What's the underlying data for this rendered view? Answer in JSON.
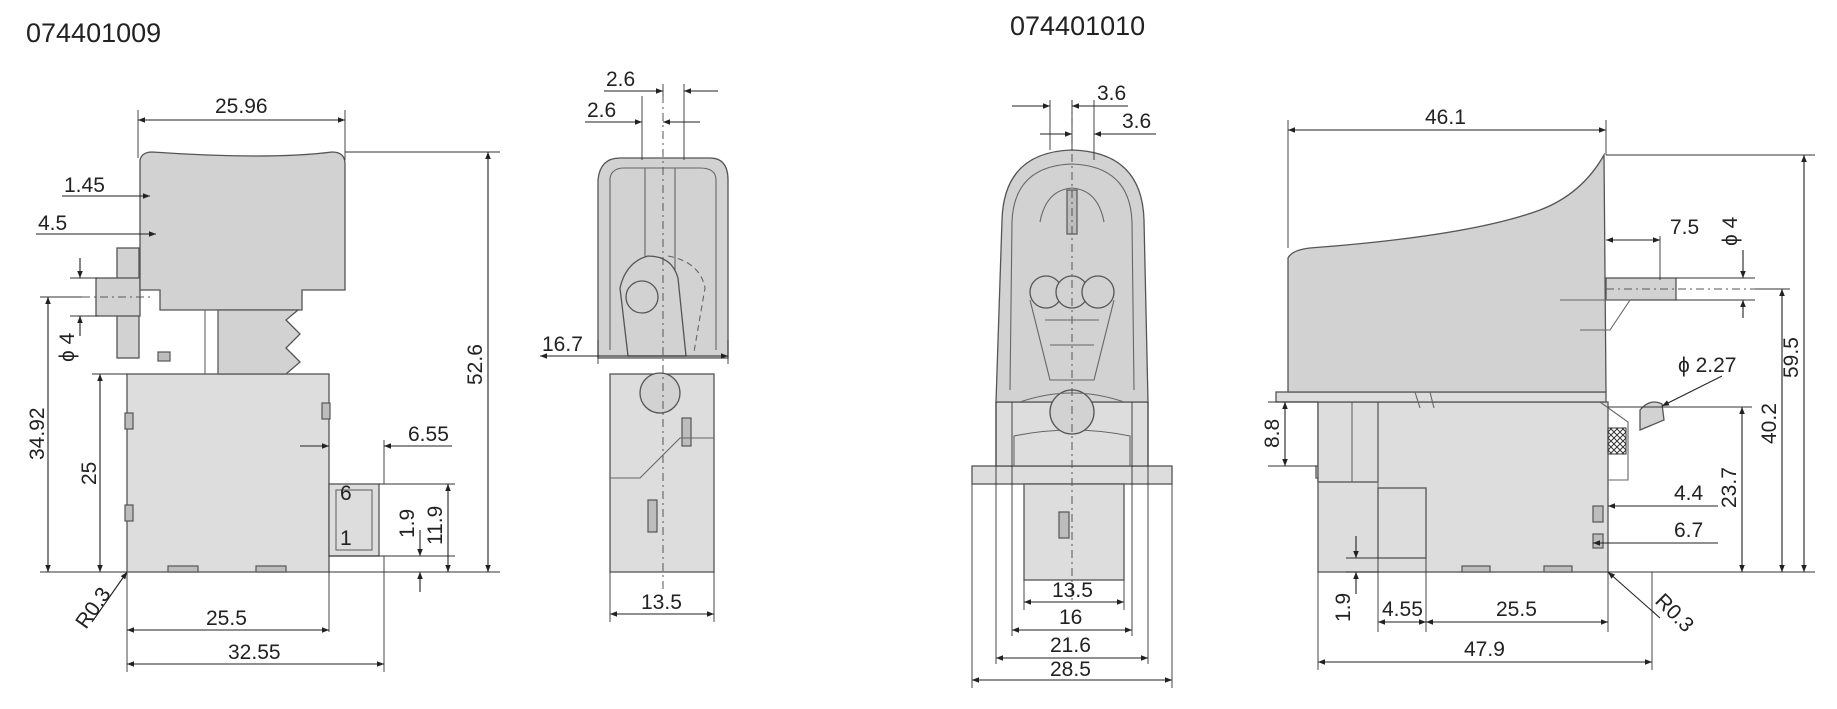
{
  "parts": [
    {
      "id": "part-a",
      "label": "074401009"
    },
    {
      "id": "part-b",
      "label": "074401010"
    }
  ],
  "dimensions": {
    "a_front": {
      "d1": "25.96",
      "d2": "1.45",
      "d3": "4.5",
      "d4": "ϕ 4",
      "d5": "34.92",
      "d6": "25",
      "d7": "52.6",
      "d8": "6.55",
      "d9": "1.9",
      "d10": "11.9",
      "d11": "R0.3",
      "d12": "25.5",
      "d13": "32.55"
    },
    "a_side": {
      "d1": "2.6",
      "d2": "2.6",
      "d3": "16.7",
      "d4": "13.5"
    },
    "b_front": {
      "d1": "3.6",
      "d2": "3.6",
      "d3": "13.5",
      "d4": "16",
      "d5": "21.6",
      "d6": "28.5"
    },
    "b_side": {
      "d1": "46.1",
      "d2": "7.5",
      "d3": "ϕ 4",
      "d4": "59.5",
      "d5": "ϕ 2.27",
      "d6": "40.2",
      "d7": "8.8",
      "d8": "23.7",
      "d9": "4.4",
      "d10": "6.7",
      "d11": "1.9",
      "d12": "4.55",
      "d13": "25.5",
      "d14": "R0.3",
      "d15": "47.9"
    }
  },
  "connector_marks": {
    "top": "6",
    "bottom": "1"
  }
}
